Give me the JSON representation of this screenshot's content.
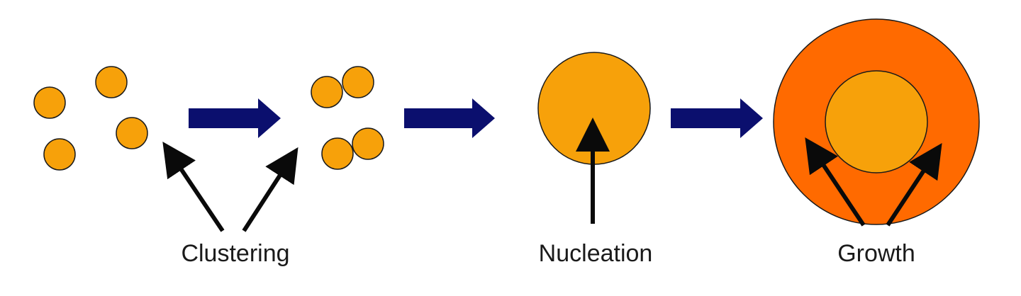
{
  "colors": {
    "particle": "#F7A10A",
    "particle_outline": "#1a1a1a",
    "growth_shell": "#FF6A00",
    "process_arrow": "#0B0F6E",
    "pointer_arrow": "#0a0a0a",
    "background": "#ffffff"
  },
  "stages": [
    {
      "id": "scattered-particles"
    },
    {
      "id": "clustered-particles"
    },
    {
      "id": "nucleus"
    },
    {
      "id": "grown-particle"
    }
  ],
  "labels": {
    "clustering": "Clustering",
    "nucleation": "Nucleation",
    "growth": "Growth"
  }
}
